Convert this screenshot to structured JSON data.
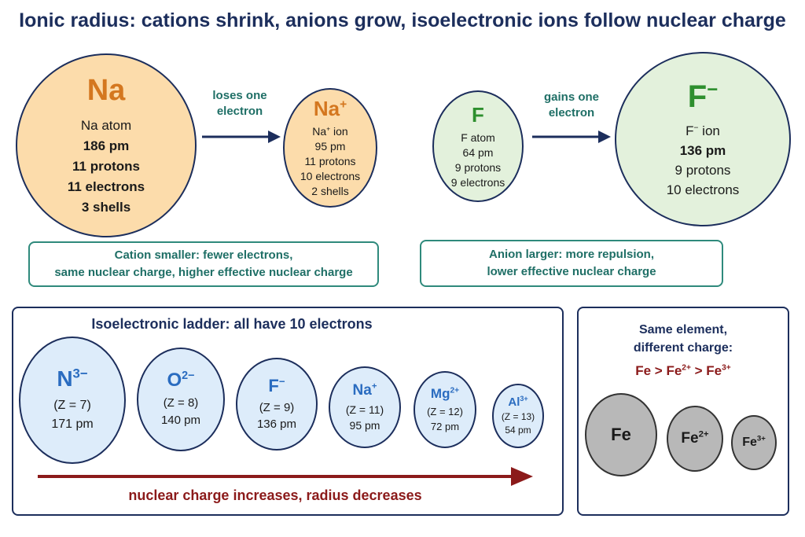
{
  "title": "Ionic radius: cations shrink, anions grow, isoelectronic ions follow nuclear charge",
  "colors": {
    "navy": "#1c2e5c",
    "teal": "#1f6f66",
    "maroon": "#8b1a1a",
    "orange": "#d4771f",
    "green": "#2e8f2e",
    "blue": "#2a6cc0"
  },
  "na_atom": {
    "symbol": "Na",
    "lines": [
      "Na atom",
      "186 pm",
      "11 protons",
      "11 electrons",
      "3 shells"
    ]
  },
  "na_arrow": {
    "label_1": "loses one",
    "label_2": "electron"
  },
  "na_ion": {
    "symbol": "Na",
    "charge": "+",
    "name": "Na",
    "name_sup": "+",
    "name_rest": " ion",
    "lines": [
      "95 pm",
      "11 protons",
      "10 electrons",
      "2 shells"
    ]
  },
  "f_atom": {
    "symbol": "F",
    "lines": [
      "F atom",
      "64 pm",
      "9 protons",
      "9 electrons"
    ]
  },
  "f_arrow": {
    "label_1": "gains one",
    "label_2": "electron"
  },
  "f_ion": {
    "symbol": "F",
    "charge": "−",
    "name": "F",
    "name_sup": "−",
    "name_rest": " ion",
    "lines": [
      "136 pm",
      "9 protons",
      "10 electrons"
    ]
  },
  "cation_note": {
    "line1": "Cation smaller: fewer electrons,",
    "line2": "same nuclear charge, higher effective nuclear charge"
  },
  "anion_note": {
    "line1": "Anion larger: more repulsion,",
    "line2": "lower effective nuclear charge"
  },
  "ladder": {
    "title": "Isoelectronic ladder: all have 10 electrons",
    "ions": [
      {
        "symbol": "N",
        "charge": "3−",
        "z": "(Z = 7)",
        "radius": "171 pm"
      },
      {
        "symbol": "O",
        "charge": "2−",
        "z": "(Z = 8)",
        "radius": "140 pm"
      },
      {
        "symbol": "F",
        "charge": "−",
        "z": "(Z = 9)",
        "radius": "136 pm"
      },
      {
        "symbol": "Na",
        "charge": "+",
        "z": "(Z = 11)",
        "radius": "95 pm"
      },
      {
        "symbol": "Mg",
        "charge": "2+",
        "z": "(Z = 12)",
        "radius": "72 pm"
      },
      {
        "symbol": "Al",
        "charge": "3+",
        "z": "(Z = 13)",
        "radius": "54 pm"
      }
    ],
    "arrow_label": "nuclear charge increases, radius decreases"
  },
  "same_element": {
    "title_1": "Same element,",
    "title_2": "different charge:",
    "order": {
      "a": "Fe",
      "gt1": " > ",
      "b": "Fe",
      "b_sup": "2+",
      "gt2": " > ",
      "c": "Fe",
      "c_sup": "3+"
    },
    "ions": [
      {
        "symbol": "Fe",
        "charge": ""
      },
      {
        "symbol": "Fe",
        "charge": "2+"
      },
      {
        "symbol": "Fe",
        "charge": "3+"
      }
    ]
  }
}
